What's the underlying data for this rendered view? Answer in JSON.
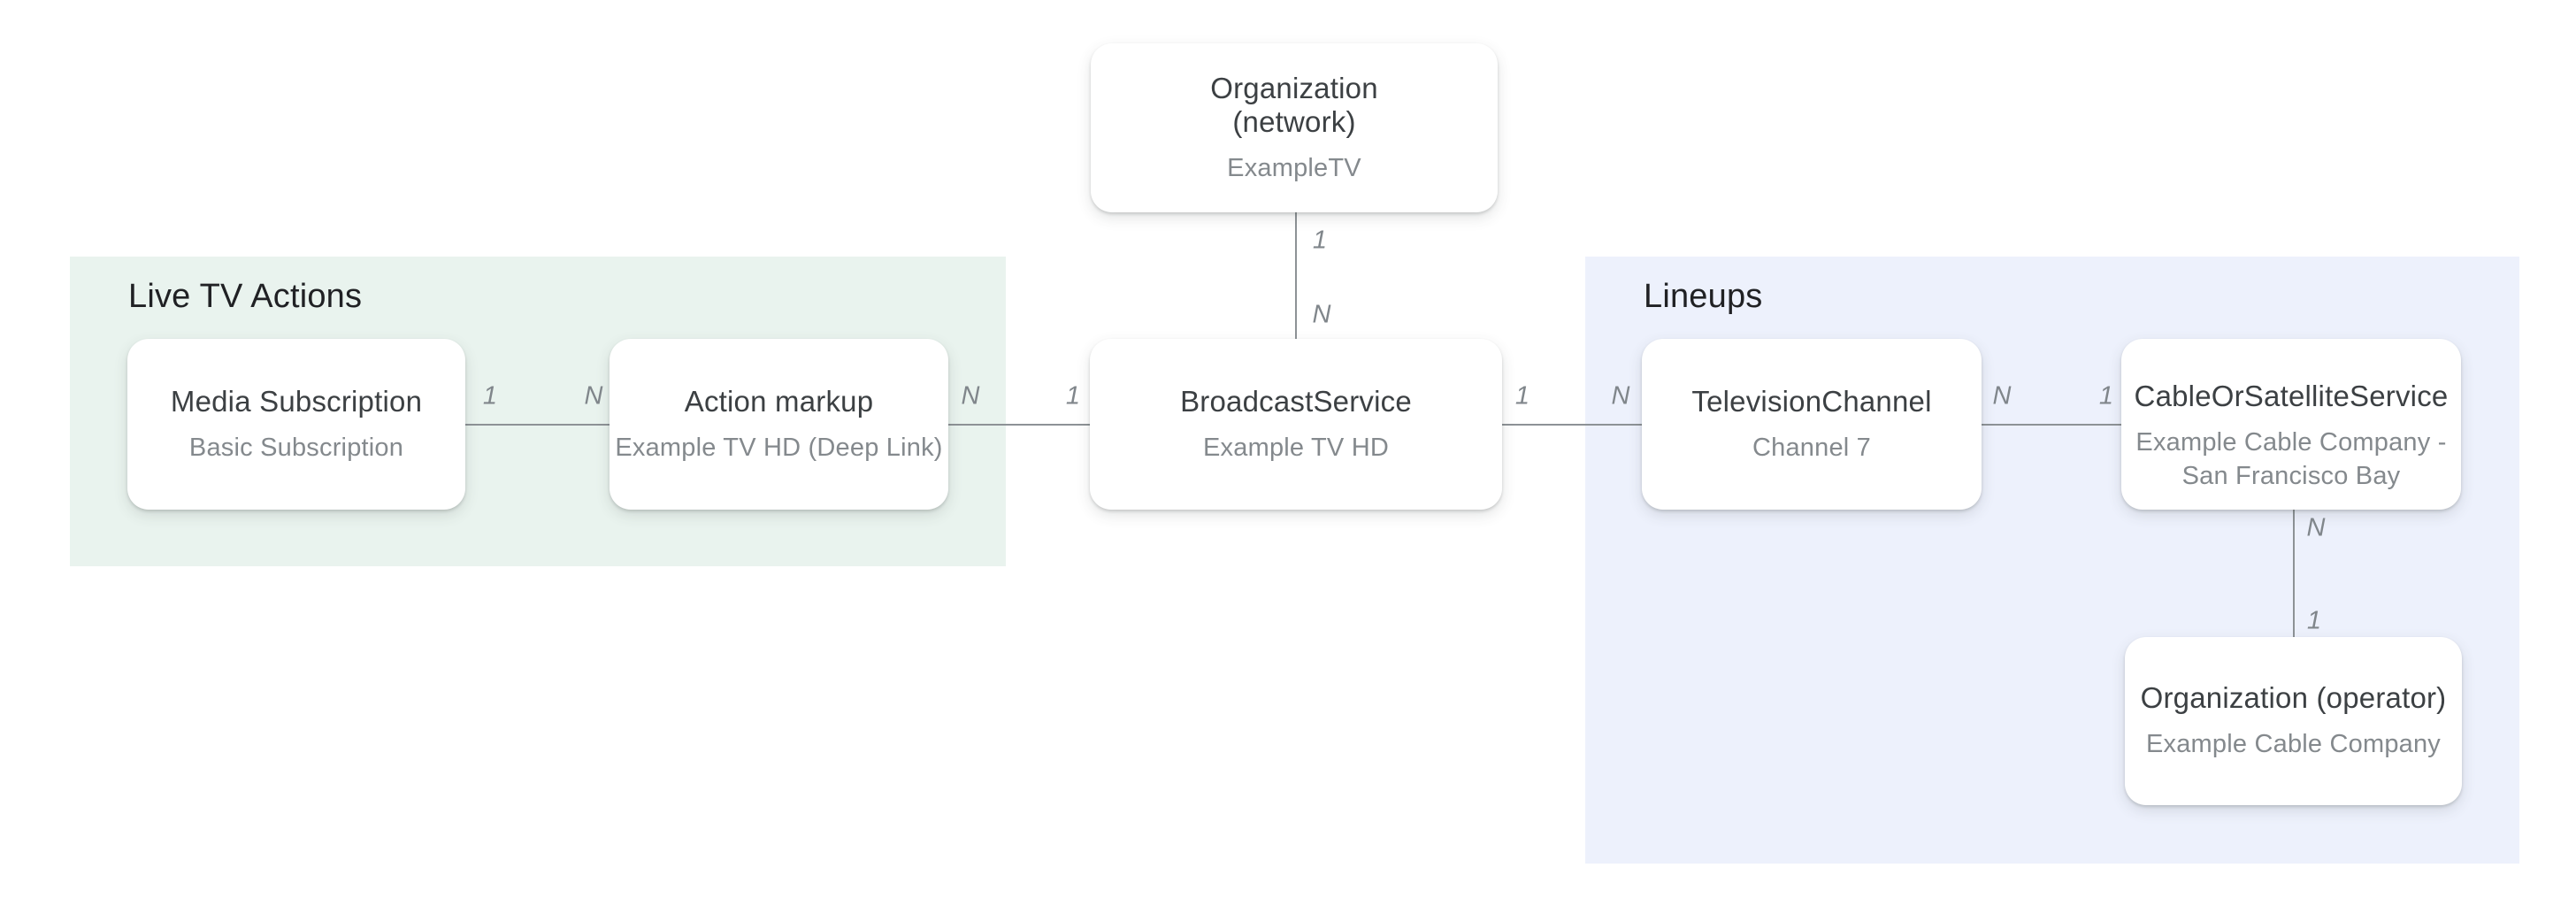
{
  "groups": {
    "live_tv": {
      "label": "Live TV Actions"
    },
    "lineups": {
      "label": "Lineups"
    }
  },
  "nodes": {
    "org_network": {
      "title": "Organization\n(network)",
      "subtitle": "ExampleTV"
    },
    "media_subscription": {
      "title": "Media Subscription",
      "subtitle": "Basic Subscription"
    },
    "action_markup": {
      "title": "Action markup",
      "subtitle": "Example TV HD (Deep Link)"
    },
    "broadcast_service": {
      "title": "BroadcastService",
      "subtitle": "Example TV HD"
    },
    "television_channel": {
      "title": "TelevisionChannel",
      "subtitle": "Channel 7"
    },
    "cable_or_satellite_service": {
      "title": "CableOrSatelliteService",
      "subtitle": "Example Cable Company - San Francisco Bay"
    },
    "org_operator": {
      "title": "Organization (operator)",
      "subtitle": "Example Cable Company"
    }
  },
  "edges": {
    "network_to_broadcast": {
      "from": "1",
      "to": "N"
    },
    "media_to_action": {
      "from": "1",
      "to": "N"
    },
    "action_to_broadcast": {
      "from": "N",
      "to": "1"
    },
    "broadcast_to_channel": {
      "from": "1",
      "to": "N"
    },
    "channel_to_cable": {
      "from": "N",
      "to": "1"
    },
    "cable_to_operator": {
      "from": "N",
      "to": "1"
    }
  },
  "colors": {
    "page_background": "#ffffff",
    "live_tv_region": "#e9f3ee",
    "lineups_region": "#edf1fc",
    "connector": "#8d9296",
    "node_title": "#3c4043",
    "node_subtitle": "#84898d",
    "group_title": "#202124",
    "cardinality": "#80868b",
    "node_background": "#ffffff"
  }
}
